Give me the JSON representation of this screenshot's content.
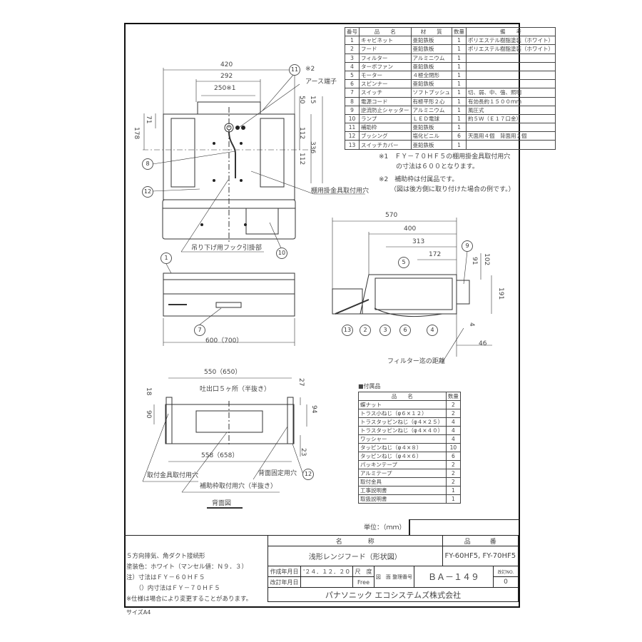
{
  "parts_table": {
    "headers": [
      "番号",
      "品　　名",
      "材　　質",
      "数量",
      "備　　考"
    ],
    "rows": [
      [
        "1",
        "キャビネット",
        "亜鉛鉄板",
        "1",
        "ポリエステル樹脂塗装（ホワイト）"
      ],
      [
        "2",
        "フード",
        "亜鉛鉄板",
        "1",
        "ポリエステル樹脂塗装（ホワイト）"
      ],
      [
        "3",
        "フィルター",
        "アルミニウム",
        "1",
        ""
      ],
      [
        "4",
        "ターボファン",
        "亜鉛鉄板",
        "1",
        ""
      ],
      [
        "5",
        "モーター",
        "４極全閉形",
        "1",
        ""
      ],
      [
        "6",
        "スピンナー",
        "亜鉛鉄板",
        "1",
        ""
      ],
      [
        "7",
        "スイッチ",
        "ソフトプッシュ",
        "1",
        "切、弱、中、強、照明"
      ],
      [
        "8",
        "電源コード",
        "有極平形２心",
        "1",
        "有効長約１５００ｍｍ"
      ],
      [
        "9",
        "逆流防止シャッター",
        "アルミニウム",
        "1",
        "風圧式"
      ],
      [
        "10",
        "ランプ",
        "ＬＥＤ電球",
        "1",
        "約５Ｗ（Ｅ１７口金）"
      ],
      [
        "11",
        "補助枠",
        "亜鉛鉄板",
        "1",
        ""
      ],
      [
        "12",
        "ブッシング",
        "塩化ビニル",
        "6",
        "天面用４個　背面用２個"
      ],
      [
        "13",
        "スイッチカバー",
        "亜鉛鉄板",
        "1",
        ""
      ]
    ]
  },
  "footnotes": {
    "n1a": "※1　ＦＹ－７０ＨＦ５の棚用掛金具取付用穴",
    "n1b": "の寸法は６００となります。",
    "n2a": "※2　補助枠は付属品です。",
    "n2b": "（図は後方側に取り付けた場合の例です。）"
  },
  "top_view": {
    "dims": [
      "420",
      "292",
      "250※1",
      "178",
      "71",
      "50",
      "15",
      "112",
      "112",
      "336"
    ],
    "labels": {
      "earth": "アース端子",
      "note2": "※2",
      "shelf_holes": "棚用掛金具取付用穴",
      "hook": "吊り下げ用フック引掛部"
    }
  },
  "front_view": {
    "dims": [
      "600（700）"
    ]
  },
  "side_view": {
    "dims": [
      "570",
      "400",
      "313",
      "172",
      "91",
      "102",
      "191",
      "4",
      "46"
    ],
    "labels": {
      "filter_distance": "フィルター迄の距離"
    }
  },
  "back_view": {
    "dims": [
      "550（650）",
      "558（658）",
      "18",
      "90",
      "27",
      "94",
      "23"
    ],
    "labels": {
      "outlets": "吐出口５ヶ所（半抜き）",
      "bracket_holes": "取付金具取付用穴",
      "frame_holes": "補助枠取付用穴（半抜き）",
      "fix_holes": "背面固定用穴",
      "title": "背面図"
    }
  },
  "callouts": [
    "11",
    "8",
    "12",
    "1",
    "10",
    "7",
    "9",
    "5",
    "13",
    "2",
    "3",
    "6",
    "4",
    "12"
  ],
  "accessories": {
    "heading": "■付属品",
    "headers": [
      "品　　名",
      "数量"
    ],
    "rows": [
      [
        "蝶ナット",
        "2"
      ],
      [
        "トラス小ねじ（φ６×１２）",
        "2"
      ],
      [
        "トラスタッピンねじ（φ４×２５）",
        "4"
      ],
      [
        "トラスタッピンねじ（φ４×４０）",
        "4"
      ],
      [
        "ワッシャー",
        "4"
      ],
      [
        "タッピンねじ（φ４×８）",
        "10"
      ],
      [
        "タッピンねじ（φ４×６）",
        "6"
      ],
      [
        "パッキンテープ",
        "2"
      ],
      [
        "アルミテープ",
        "2"
      ],
      [
        "取付金具",
        "2"
      ],
      [
        "工事説明書",
        "1"
      ],
      [
        "取扱説明書",
        "1"
      ]
    ]
  },
  "title_block": {
    "unit": "単位：（ｍｍ）",
    "name_header": "名　　　　称",
    "number_header": "品　　　番",
    "name": "浅形レンジフード（形状図）",
    "model": "FY-60HF5, FY-70HF5",
    "created_label": "作成年月日",
    "created_date": "'２４．１２．２０",
    "scale_label": "尺　度",
    "scale": "Free",
    "drawing_no_label": "図　面 整理番号",
    "drawing_no": "ＢＡ－１４９",
    "rev_label": "改訂NO.",
    "rev": "0",
    "revised_label": "改訂年月日",
    "revised_date": "",
    "company": "パナソニック エコシステムズ株式会社"
  },
  "notes": [
    "５方向排気、角ダクト接続形",
    "塗装色：ホワイト（マンセル値：Ｎ９．３）",
    "注）寸法はＦＹ－６０ＨＦ５",
    "　　（）内寸法はＦＹ－７０ＨＦ５",
    "※仕様は場合により変更することがあります。"
  ],
  "size": "サイズA4"
}
